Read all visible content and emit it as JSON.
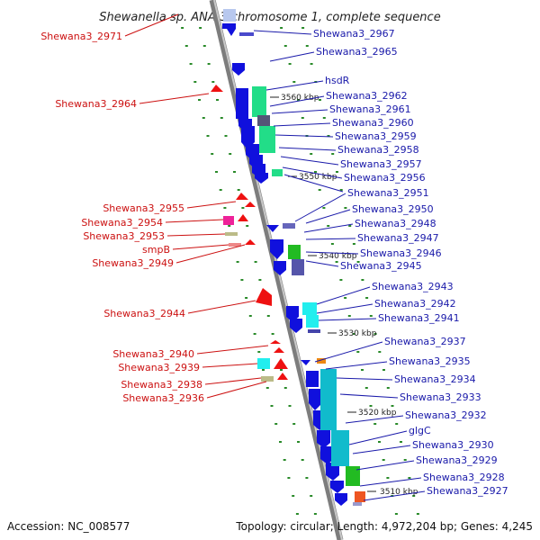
{
  "title": "Shewanella sp. ANA-3 chromosome 1, complete sequence",
  "accession": "Accession: NC_008577",
  "topology": "Topology: circular; Length: 4,972,204 bp; Genes: 4,245",
  "colors": {
    "forward_label": "#cc1111",
    "reverse_label": "#1a1aaa",
    "backbone": "#9a9a9a",
    "tick": "#2a8a2a"
  },
  "left_labels": [
    "Shewana3_2971",
    "Shewana3_2964",
    "Shewana3_2955",
    "Shewana3_2954",
    "Shewana3_2953",
    "smpB",
    "Shewana3_2949",
    "Shewana3_2944",
    "Shewana3_2940",
    "Shewana3_2939",
    "Shewana3_2938",
    "Shewana3_2936"
  ],
  "right_labels": [
    "Shewana3_2967",
    "Shewana3_2965",
    "hsdR",
    "Shewana3_2962",
    "Shewana3_2961",
    "Shewana3_2960",
    "Shewana3_2959",
    "Shewana3_2958",
    "Shewana3_2957",
    "Shewana3_2956",
    "Shewana3_2951",
    "Shewana3_2950",
    "Shewana3_2948",
    "Shewana3_2947",
    "Shewana3_2946",
    "Shewana3_2945",
    "Shewana3_2943",
    "Shewana3_2942",
    "Shewana3_2941",
    "Shewana3_2937",
    "Shewana3_2935",
    "Shewana3_2934",
    "Shewana3_2933",
    "Shewana3_2932",
    "glgC",
    "Shewana3_2930",
    "Shewana3_2929",
    "Shewana3_2928",
    "Shewana3_2927"
  ],
  "kbp_labels": [
    "3560 kbp",
    "3550 kbp",
    "3540 kbp",
    "3530 kbp",
    "3520 kbp",
    "3510 kbp"
  ]
}
